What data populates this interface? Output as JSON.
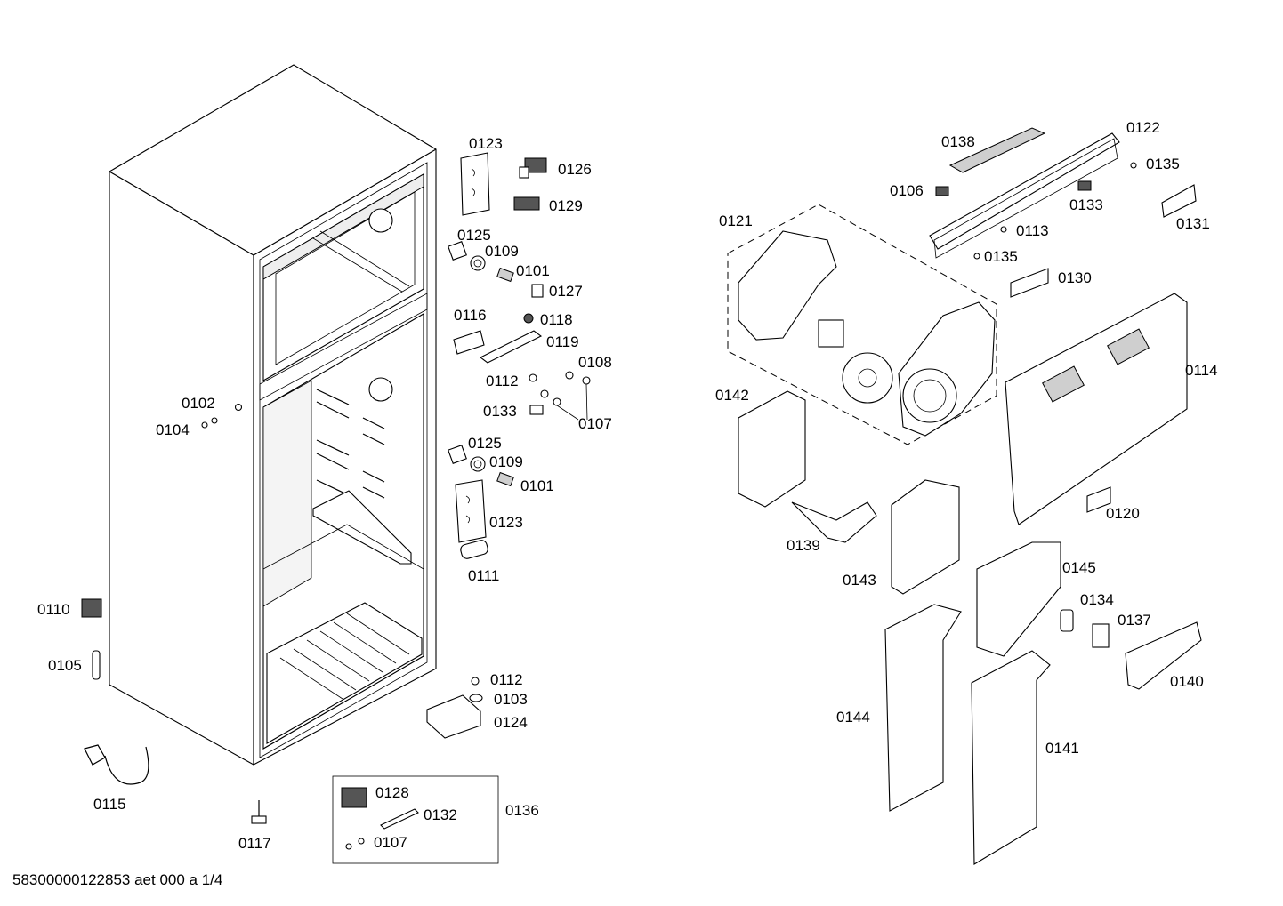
{
  "document_id": "58300000122853 aet 000 a 1/4",
  "labels": {
    "p0123a": "0123",
    "p0126": "0126",
    "p0129": "0129",
    "p0125a": "0125",
    "p0109a": "0109",
    "p0101a": "0101",
    "p0127": "0127",
    "p0116": "0116",
    "p0118": "0118",
    "p0119": "0119",
    "p0108": "0108",
    "p0112a": "0112",
    "p0133a": "0133",
    "p0107a": "0107",
    "p0102": "0102",
    "p0104": "0104",
    "p0125b": "0125",
    "p0109b": "0109",
    "p0101b": "0101",
    "p0123b": "0123",
    "p0111": "0111",
    "p0110": "0110",
    "p0105": "0105",
    "p0112b": "0112",
    "p0103": "0103",
    "p0124": "0124",
    "p0115": "0115",
    "p0117": "0117",
    "p0128": "0128",
    "p0132": "0132",
    "p0107b": "0107",
    "p0136": "0136",
    "p0138": "0138",
    "p0122": "0122",
    "p0135a": "0135",
    "p0106": "0106",
    "p0133b": "0133",
    "p0131": "0131",
    "p0121": "0121",
    "p0113": "0113",
    "p0135b": "0135",
    "p0130": "0130",
    "p0114": "0114",
    "p0142": "0142",
    "p0120": "0120",
    "p0139": "0139",
    "p0143": "0143",
    "p0145": "0145",
    "p0134": "0134",
    "p0137": "0137",
    "p0140": "0140",
    "p0144": "0144",
    "p0141": "0141"
  }
}
